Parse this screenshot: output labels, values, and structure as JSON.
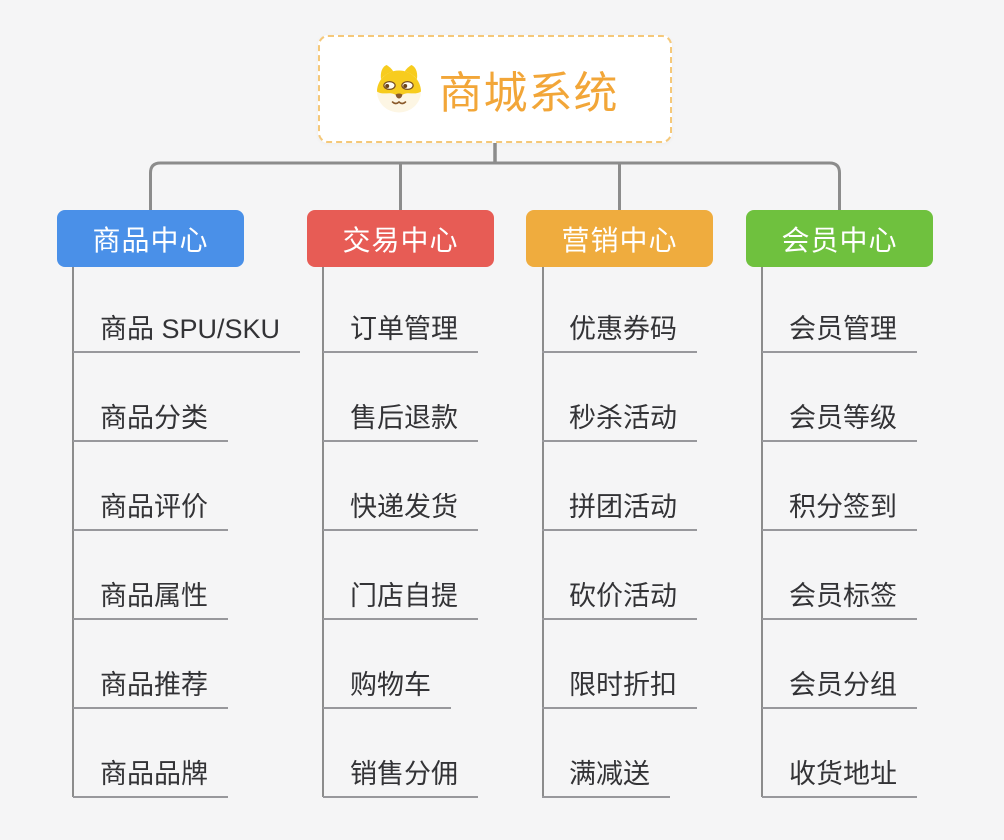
{
  "root": {
    "title": "商城系统",
    "icon": "shiba-dog-icon"
  },
  "branches": [
    {
      "label": "商品中心",
      "color": "#4a90e8",
      "children": [
        "商品 SPU/SKU",
        "商品分类",
        "商品评价",
        "商品属性",
        "商品推荐",
        "商品品牌"
      ]
    },
    {
      "label": "交易中心",
      "color": "#e75c55",
      "children": [
        "订单管理",
        "售后退款",
        "快递发货",
        "门店自提",
        "购物车",
        "销售分佣"
      ]
    },
    {
      "label": "营销中心",
      "color": "#efac3e",
      "children": [
        "优惠券码",
        "秒杀活动",
        "拼团活动",
        "砍价活动",
        "限时折扣",
        "满减送"
      ]
    },
    {
      "label": "会员中心",
      "color": "#6fc13e",
      "children": [
        "会员管理",
        "会员等级",
        "积分签到",
        "会员标签",
        "会员分组",
        "收货地址"
      ]
    }
  ],
  "colors": {
    "background": "#f5f5f6",
    "root_border": "#f5c879",
    "root_title": "#f2a638",
    "connector": "#8c8c8c",
    "underline": "#98989c",
    "child_text": "#333336",
    "branch_text": "#ffffff"
  }
}
